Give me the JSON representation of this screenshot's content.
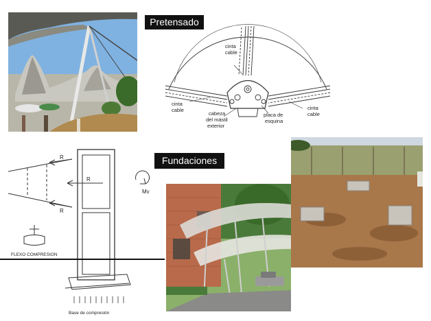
{
  "labels": {
    "pretensado": "Pretensado",
    "fundaciones": "Fundaciones"
  },
  "mast_diagram": {
    "cinta_cable_top_1": "cinta",
    "cinta_cable_top_2": "cable",
    "cinta_cable_left_1": "cinta",
    "cinta_cable_left_2": "cable",
    "cabeza_1": "cabeza",
    "cabeza_2": "del mástil",
    "cabeza_3": "exterior",
    "placa_1": "placa de",
    "placa_2": "esquina",
    "cinta_cable_right_1": "cinta",
    "cinta_cable_right_2": "cable"
  },
  "foundation_diagram": {
    "r_top": "R",
    "r_mid": "R",
    "r_bottom": "R",
    "mv": "Mv",
    "flexo": "FLEXO COMPRESION",
    "base": "Base de compresión"
  },
  "colors": {
    "label_bg": "#111111",
    "label_text": "#ffffff",
    "sky": "#6ea8dc",
    "soil": "#a8774a",
    "brick": "#b86a4a"
  }
}
